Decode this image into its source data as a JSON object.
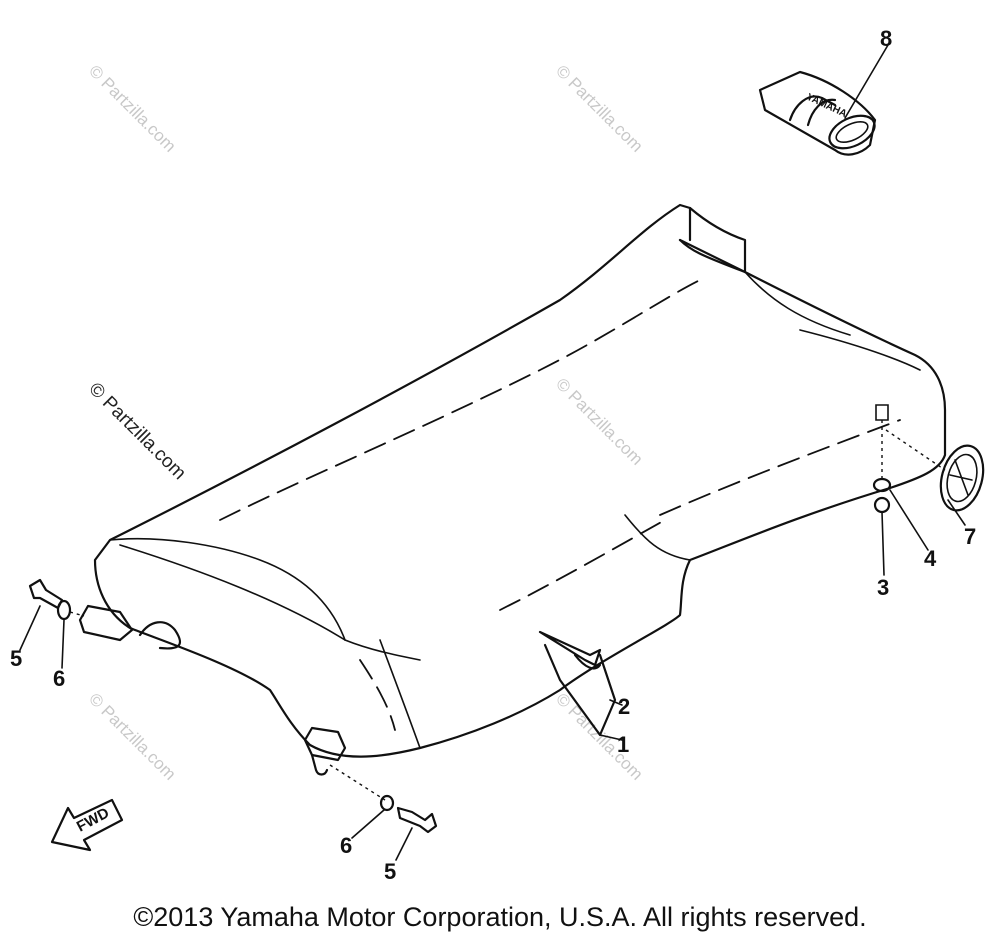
{
  "callouts": {
    "c1": "1",
    "c2": "2",
    "c3": "3",
    "c4": "4",
    "c5a": "5",
    "c5b": "5",
    "c6a": "6",
    "c6b": "6",
    "c7": "7",
    "c8": "8"
  },
  "fwd_label": "FWD",
  "watermark": "© Partzilla.com",
  "copyright": "©2013 Yamaha Motor Corporation, U.S.A. All rights reserved.",
  "icons": [
    "seat-assembly",
    "tool-bag",
    "emblem",
    "bolt",
    "washer",
    "nut",
    "fwd-arrow"
  ]
}
